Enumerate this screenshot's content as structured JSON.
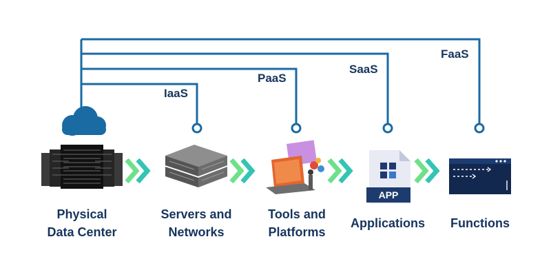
{
  "layers": [
    {
      "name": "IaaS",
      "label": "IaaS"
    },
    {
      "name": "PaaS",
      "label": "PaaS"
    },
    {
      "name": "SaaS",
      "label": "SaaS"
    },
    {
      "name": "FaaS",
      "label": "FaaS"
    }
  ],
  "stages": [
    {
      "caption": "Physical\nData Center",
      "icon": "server-racks-icon"
    },
    {
      "caption": "Servers and\nNetworks",
      "icon": "server-stack-icon"
    },
    {
      "caption": "Tools and\nPlatforms",
      "icon": "laptop-tools-icon"
    },
    {
      "caption": "Applications",
      "icon": "app-document-icon"
    },
    {
      "caption": "Functions",
      "icon": "code-window-icon"
    }
  ],
  "app_badge": "APP",
  "colors": {
    "line": "#1a6aa3",
    "text": "#16345c",
    "chevron_green": "#6fe08a",
    "chevron_teal": "#34c4b4",
    "cloud": "#1a6aa3"
  }
}
